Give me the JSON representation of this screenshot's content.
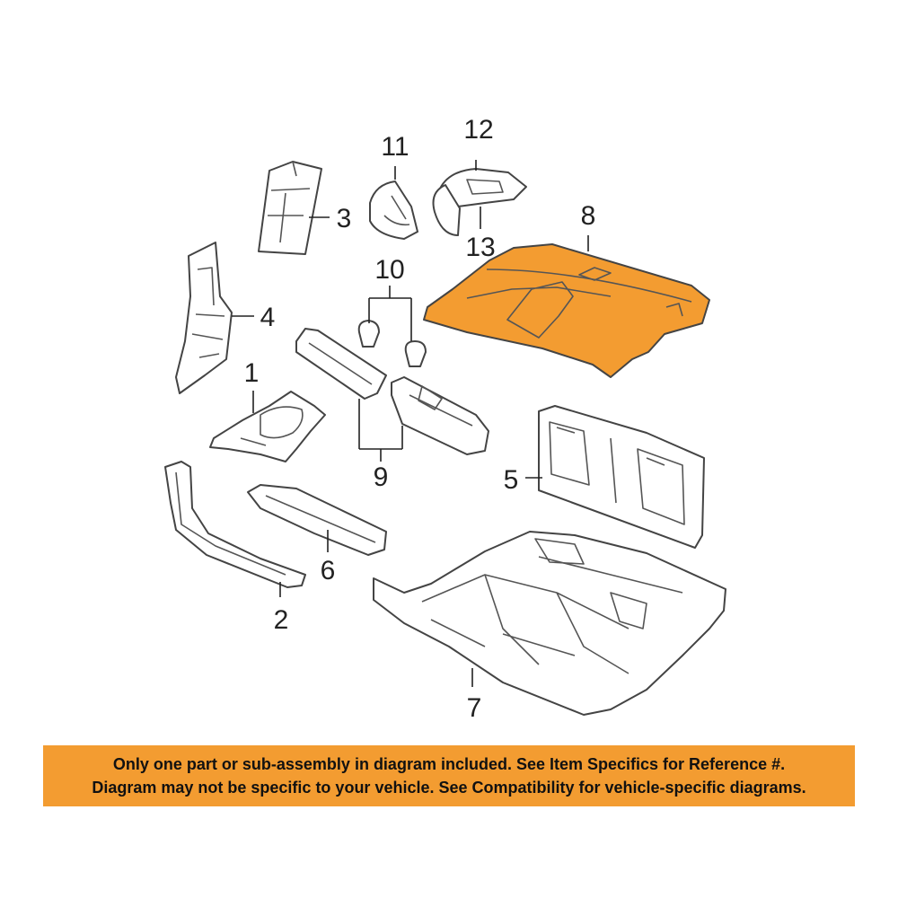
{
  "callouts": {
    "c1": "1",
    "c2": "2",
    "c3": "3",
    "c4": "4",
    "c5": "5",
    "c6": "6",
    "c7": "7",
    "c8": "8",
    "c9": "9",
    "c10": "10",
    "c11": "11",
    "c12": "12",
    "c13": "13"
  },
  "highlight_color": "#f39c31",
  "notice": {
    "line1": "Only one part or sub-assembly in diagram included. See Item Specifics for Reference #.",
    "line2": "Diagram may not be specific to your vehicle. See Compatibility for vehicle-specific diagrams."
  }
}
